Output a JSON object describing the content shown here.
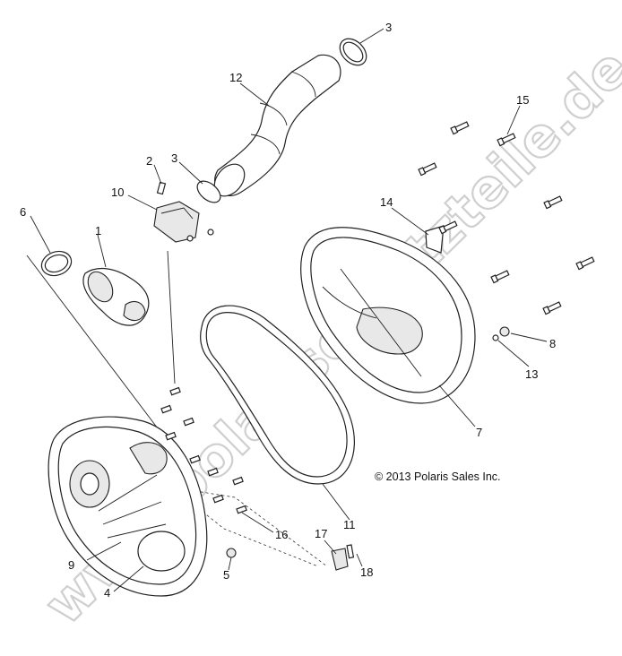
{
  "watermark": "www.polarisersatzteile.de",
  "copyright": "© 2013 Polaris Sales Inc.",
  "callouts": {
    "c1": "1",
    "c2": "2",
    "c3a": "3",
    "c3b": "3",
    "c4": "4",
    "c5": "5",
    "c6": "6",
    "c7": "7",
    "c8": "8",
    "c9": "9",
    "c10": "10",
    "c11": "11",
    "c12": "12",
    "c13": "13",
    "c14": "14",
    "c15": "15",
    "c16": "16",
    "c17": "17",
    "c18": "18"
  }
}
